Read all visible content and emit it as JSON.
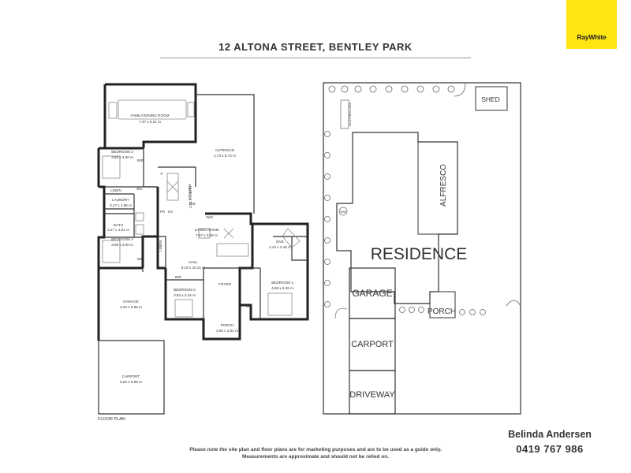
{
  "brand": {
    "logo_text": "RayWhite",
    "logo_color": "#FFE512"
  },
  "title": "12 ALTONA STREET, BENTLEY PARK",
  "floor_plan": {
    "caption": "FLOOR PLAN",
    "rooms": [
      {
        "name": "FAMILY/DINING ROOM",
        "dims": "7.37 x 5.21 m"
      },
      {
        "name": "ALFRESCO",
        "dims": "4.73 x 8.74 m"
      },
      {
        "name": "BEDROOM 3",
        "dims": "3.58 x 3.00 m"
      },
      {
        "name": "KITCHEN",
        "dims": "4.01 x 4.38 m"
      },
      {
        "name": "LAUNDRY",
        "dims": "3.17 x 1.85 m"
      },
      {
        "name": "BATH",
        "dims": "3.17 x 1.61 m"
      },
      {
        "name": "LIVING ROOM",
        "dims": "7.67 x 3.32 m"
      },
      {
        "name": "ENS",
        "dims": "4.43 x 2.46 m"
      },
      {
        "name": "BEDROOM 4",
        "dims": "3.58 x 3.00 m"
      },
      {
        "name": "HALL",
        "dims": "9.19 x 10.21 m"
      },
      {
        "name": "FOYER",
        "dims": ""
      },
      {
        "name": "BEDROOM 1",
        "dims": "4.86 x 5.26 m"
      },
      {
        "name": "GARAGE",
        "dims": "3.22 x 5.55 m"
      },
      {
        "name": "BEDROOM 2",
        "dims": "3.82 x 3.44 m"
      },
      {
        "name": "PORCH",
        "dims": "3.50 x 3.01 m"
      },
      {
        "name": "CARPORT",
        "dims": "5.52 x 6.89 m"
      }
    ],
    "fixtures": {
      "bir": "BIR",
      "linen": "LINEN",
      "wc": "WC",
      "dw": "DW",
      "ov": "OV",
      "fr": "FR",
      "pantry": "P",
      "wic": "W/C"
    }
  },
  "site_plan": {
    "shed": "SHED",
    "clothes_line": "CLOTHES LINE",
    "alfresco": "ALFRESCO",
    "residence": "RESIDENCE",
    "garage": "GARAGE",
    "porch": "PORCH",
    "carport": "CARPORT",
    "driveway": "DRIVEWAY",
    "tank": "TANK"
  },
  "disclaimer": [
    "Please note the site plan and floor plans are for marketing purposes and are to be used as a guide only.",
    "Measurements are approximate and should not be relied on."
  ],
  "agent": {
    "name": "Belinda Andersen",
    "phone": "0419 767 986"
  }
}
